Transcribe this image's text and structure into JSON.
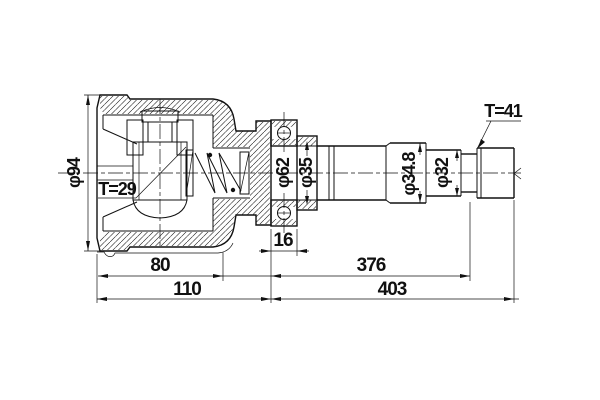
{
  "drawing": {
    "kind": "cv-joint-driveshaft-technical-drawing",
    "background": "#ffffff",
    "line_color": "#111111",
    "labels": {
      "housing_diameter": "φ94",
      "inner_spline_teeth": "T=29",
      "bearing_outer_diameter": "φ62",
      "sleeve_diameter": "φ35",
      "shaft_diameter_1": "φ34.8",
      "shaft_diameter_2": "φ32",
      "outer_spline_teeth": "T=41",
      "bearing_width": "16",
      "housing_depth": "80",
      "housing_length": "110",
      "shaft_length": "376",
      "total_length": "403"
    }
  }
}
